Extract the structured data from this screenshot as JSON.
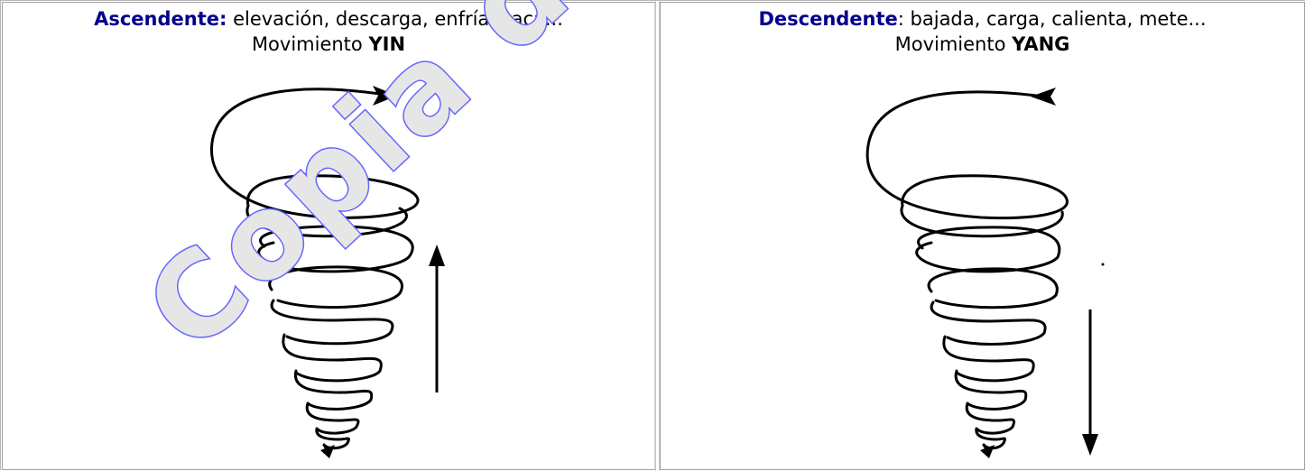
{
  "left_panel": {
    "title_bold": "Ascendente:",
    "title_rest": " elevación, descarga, enfría, saca...",
    "subtitle_prefix": "Movimiento ",
    "subtitle_bold": "YIN",
    "arrow_direction": "up"
  },
  "right_panel": {
    "title_bold": "Descendente",
    "title_rest": ": bajada, carga, calienta, mete...",
    "subtitle_prefix": "Movimiento ",
    "subtitle_bold": "YANG",
    "arrow_direction": "down"
  },
  "watermark": {
    "text": "Copia digital prohibida su venta",
    "fill_color": "#e6e6e6",
    "outline_color": "#6666ff"
  }
}
